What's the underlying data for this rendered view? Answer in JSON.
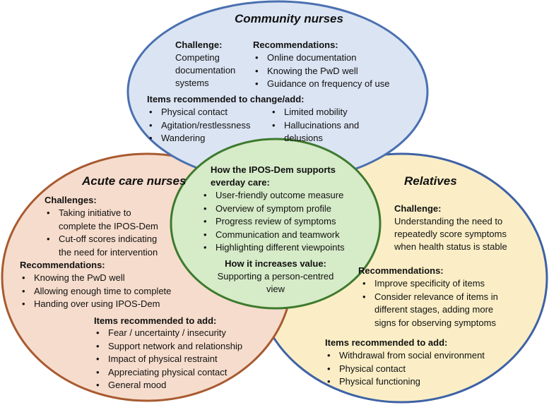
{
  "colors": {
    "community_fill": "#dbe4f3",
    "community_stroke": "#4a70b0",
    "acute_fill": "#f6dccc",
    "acute_stroke": "#a85a30",
    "relatives_fill": "#fbeec6",
    "relatives_stroke": "#3e62a6",
    "center_fill": "#d6ebc8",
    "center_stroke": "#3d7a2e"
  },
  "community": {
    "title": "Community nurses",
    "challenge_heading": "Challenge:",
    "challenge_lines": [
      "Competing",
      "documentation",
      "systems"
    ],
    "recommendations_heading": "Recommendations:",
    "recommendations": [
      "Online documentation",
      "Knowing the PwD well",
      "Guidance on frequency  of use"
    ],
    "items_heading": "Items recommended to change/add:",
    "items_left": [
      "Physical contact",
      "Agitation/restlessness",
      "Wandering"
    ],
    "items_right": [
      "Limited mobility",
      "Hallucinations and",
      "delusions"
    ]
  },
  "acute": {
    "title": "Acute care nurses",
    "challenges_heading": "Challenges:",
    "challenges": [
      [
        "Taking initiative to",
        "complete the IPOS-Dem"
      ],
      [
        "Cut-off scores indicating",
        "the need for intervention"
      ]
    ],
    "recommendations_heading": "Recommendations:",
    "recommendations": [
      "Knowing the PwD well",
      "Allowing enough time to complete",
      "Handing over using IPOS-Dem"
    ],
    "items_heading": "Items recommended to add:",
    "items": [
      "Fear / uncertainty / insecurity",
      "Support network and relationship",
      "Impact of physical restraint",
      "Appreciating physical contact",
      "General mood"
    ]
  },
  "relatives": {
    "title": "Relatives",
    "challenge_heading": "Challenge:",
    "challenge_lines": [
      "Understanding the need to",
      "repeatedly score symptoms",
      "when health status is stable"
    ],
    "recommendations_heading": "Recommendations:",
    "recommendations": [
      [
        "Improve specificity of items"
      ],
      [
        "Consider relevance of items in",
        "different stages, adding more",
        "signs for observing symptoms"
      ]
    ],
    "items_heading": "Items recommended to add:",
    "items": [
      "Withdrawal from social environment",
      "Physical contact",
      "Physical functioning"
    ]
  },
  "center": {
    "heading_lines": [
      "How the IPOS-Dem supports",
      "everday care:"
    ],
    "supports": [
      "User-friendly outcome measure",
      "Overview of symptom profile",
      "Progress review of symptoms",
      "Communication and teamwork",
      "Highlighting different viewpoints"
    ],
    "value_heading": "How it increases value:",
    "value_lines": [
      "Supporting a person-centred",
      "view"
    ]
  }
}
